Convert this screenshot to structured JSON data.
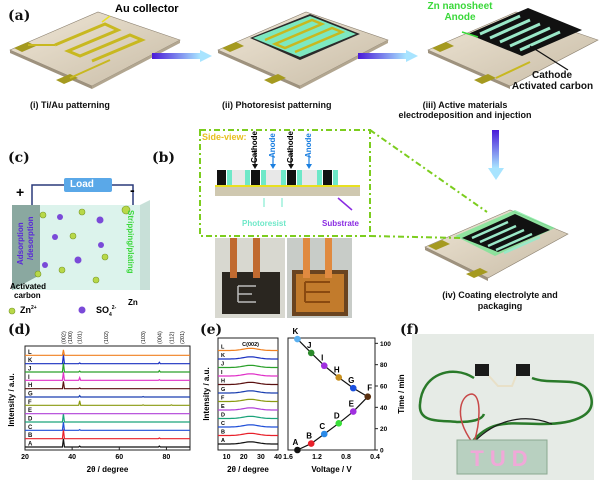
{
  "panels": {
    "a": {
      "label": "(a)",
      "au_collector": "Au collector",
      "step1": "(i) Ti/Au patterning",
      "step2": "(ii) Photoresist patterning",
      "step3_line1": "(iii) Active materials",
      "step3_line2": "electrodeposition and injection",
      "zn_line1": "Zn nanosheet",
      "zn_line2": "Anode",
      "cathode_line1": "Cathode",
      "cathode_line2": "Activated carbon",
      "step4_line1": "(iv) Coating electrolyte and",
      "step4_line2": "packaging"
    },
    "b": {
      "label": "(b)",
      "side_view": "Side-view:",
      "cathode": "Cathode",
      "anode": "Anode",
      "photoresist": "Photoresist",
      "substrate": "Substrate"
    },
    "c": {
      "label": "(c)",
      "load": "Load",
      "plus": "+",
      "minus": "-",
      "adsorption_line1": "Adsorption",
      "adsorption_line2": "/desorption",
      "stripping": "Stripping/plating",
      "activated_line1": "Activated",
      "activated_line2": "carbon",
      "zn": "Zn",
      "legend_zn": "Zn",
      "legend_zn_sup": "2+",
      "legend_so4": "SO",
      "legend_so4_sub": "4",
      "legend_so4_sup": "2-"
    },
    "f": {
      "label": "(f)",
      "led_text": "TUD"
    }
  },
  "colors": {
    "A": "#111111",
    "B": "#e8202a",
    "C": "#1f4fd8",
    "D": "#1aa37a",
    "E": "#b040d8",
    "F": "#8a9a10",
    "G": "#1a3fb0",
    "H": "#5a1010",
    "I": "#e030c8",
    "J": "#2aa02a",
    "K": "#1a30c0",
    "L": "#f08020",
    "green_dash": "#7ccd1e",
    "cathode_blue": "#1b7fe0",
    "substrate_purple": "#8a2be2",
    "photoresist": "#6ee8c8"
  },
  "chart_data": [
    {
      "id": "d",
      "label": "(d)",
      "type": "line",
      "title": "",
      "xlabel": "2θ / degree",
      "ylabel": "Intensity / a.u.",
      "xlim": [
        20,
        90
      ],
      "xticks": [
        20,
        40,
        60,
        80
      ],
      "peak_labels": [
        {
          "x": 36.3,
          "text": "(002)"
        },
        {
          "x": 39.0,
          "text": "(100)"
        },
        {
          "x": 43.2,
          "text": "(101)"
        },
        {
          "x": 54.3,
          "text": "(102)"
        },
        {
          "x": 70.1,
          "text": "(103)"
        },
        {
          "x": 77.0,
          "text": "(004)"
        },
        {
          "x": 82.1,
          "text": "(112)"
        },
        {
          "x": 86.6,
          "text": "(201)"
        }
      ],
      "series": [
        {
          "name": "A",
          "peaks": [
            [
              36.3,
              0.9
            ],
            [
              43.2,
              0.1
            ],
            [
              77.0,
              0.1
            ]
          ]
        },
        {
          "name": "B",
          "peaks": [
            [
              36.3,
              1.0
            ],
            [
              77.0,
              0.08
            ]
          ]
        },
        {
          "name": "C",
          "peaks": [
            [
              36.3,
              0.9
            ],
            [
              43.2,
              0.08
            ]
          ]
        },
        {
          "name": "D",
          "peaks": [
            [
              36.3,
              0.9
            ]
          ]
        },
        {
          "name": "E",
          "peaks": []
        },
        {
          "name": "F",
          "peaks": [
            [
              43.2,
              0.5
            ],
            [
              70.1,
              0.05
            ],
            [
              82.1,
              0.05
            ]
          ]
        },
        {
          "name": "G",
          "peaks": [
            [
              43.2,
              0.15
            ],
            [
              70.1,
              0.05
            ]
          ]
        },
        {
          "name": "H",
          "peaks": [
            [
              36.3,
              0.8
            ],
            [
              43.2,
              0.08
            ]
          ]
        },
        {
          "name": "I",
          "peaks": [
            [
              36.3,
              0.9
            ],
            [
              43.2,
              0.3
            ],
            [
              77.0,
              0.08
            ]
          ]
        },
        {
          "name": "J",
          "peaks": [
            [
              36.3,
              1.0
            ],
            [
              43.2,
              0.1
            ],
            [
              77.0,
              0.15
            ]
          ]
        },
        {
          "name": "K",
          "peaks": [
            [
              36.3,
              1.0
            ],
            [
              43.2,
              0.08
            ],
            [
              77.0,
              0.15
            ]
          ]
        },
        {
          "name": "L",
          "peaks": [
            [
              36.3,
              0.6
            ]
          ]
        }
      ]
    },
    {
      "id": "e_xrd",
      "label": "(e)",
      "type": "line",
      "xlabel": "2θ / degree",
      "ylabel": "Intensity / a.u.",
      "xlim": [
        5,
        40
      ],
      "xticks": [
        10,
        20,
        30,
        40
      ],
      "peak_label": "C(002)",
      "series": [
        "A",
        "B",
        "C",
        "D",
        "E",
        "F",
        "G",
        "H",
        "I",
        "J",
        "K",
        "L"
      ]
    },
    {
      "id": "e_discharge",
      "type": "scatter",
      "xlabel": "Voltage / V",
      "ylabel": "Time / min",
      "xlim": [
        1.6,
        0.4
      ],
      "ylim": [
        0,
        105
      ],
      "xticks": [
        1.6,
        1.2,
        0.8,
        0.4
      ],
      "yticks": [
        0,
        20,
        40,
        60,
        80,
        100
      ],
      "points": [
        {
          "name": "A",
          "voltage": 1.47,
          "time": 0
        },
        {
          "name": "B",
          "voltage": 1.28,
          "time": 6
        },
        {
          "name": "C",
          "voltage": 1.1,
          "time": 15
        },
        {
          "name": "D",
          "voltage": 0.9,
          "time": 25
        },
        {
          "name": "E",
          "voltage": 0.7,
          "time": 36
        },
        {
          "name": "F",
          "voltage": 0.5,
          "time": 50
        },
        {
          "name": "G",
          "voltage": 0.7,
          "time": 58
        },
        {
          "name": "H",
          "voltage": 0.9,
          "time": 68
        },
        {
          "name": "I",
          "voltage": 1.1,
          "time": 79
        },
        {
          "name": "J",
          "voltage": 1.28,
          "time": 91
        },
        {
          "name": "K",
          "voltage": 1.47,
          "time": 104
        }
      ],
      "point_colors": {
        "A": "#111111",
        "B": "#e8202a",
        "C": "#2a8ae8",
        "D": "#38e038",
        "E": "#a030e0",
        "F": "#5a3010",
        "G": "#1a50e0",
        "H": "#c89020",
        "I": "#a030e0",
        "J": "#2a8a2a",
        "K": "#5ab0f0"
      }
    }
  ]
}
